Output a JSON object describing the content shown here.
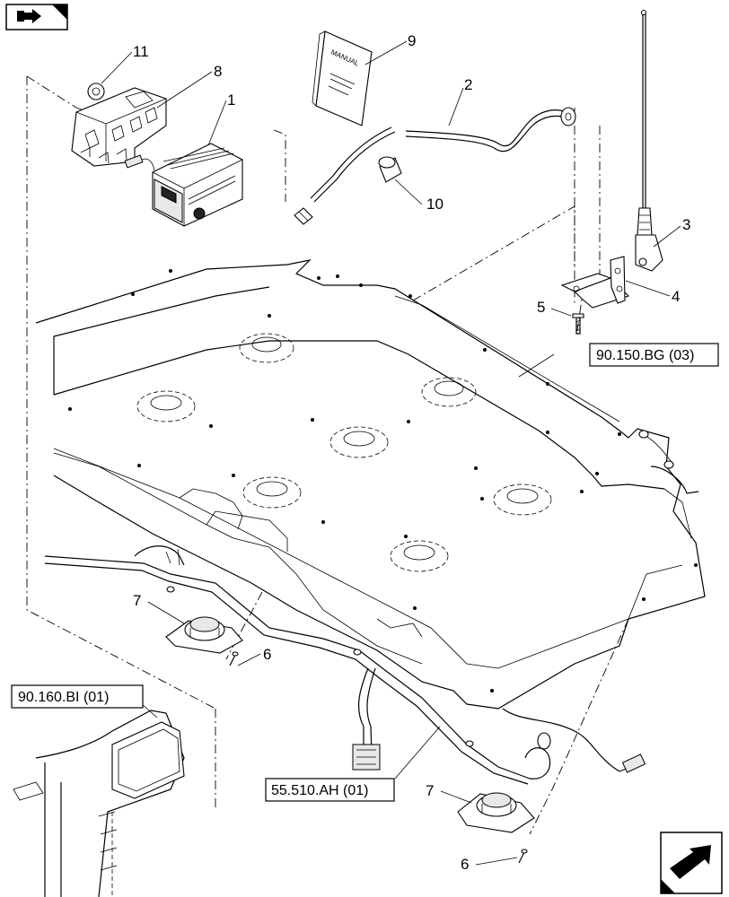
{
  "callouts": {
    "c1": "1",
    "c2": "2",
    "c3": "3",
    "c4": "4",
    "c5": "5",
    "c6a": "6",
    "c6b": "6",
    "c7a": "7",
    "c7b": "7",
    "c8": "8",
    "c9": "9",
    "c10": "10",
    "c11": "11"
  },
  "references": {
    "ref_roof": "90.150.BG (03)",
    "ref_pillar": "90.160.BI (01)",
    "ref_harness": "55.510.AH (01)"
  },
  "manual": {
    "cover_text": "MANUAL"
  },
  "nav": {
    "prev_icon": "arrow-back-icon",
    "next_icon": "arrow-next-icon"
  }
}
